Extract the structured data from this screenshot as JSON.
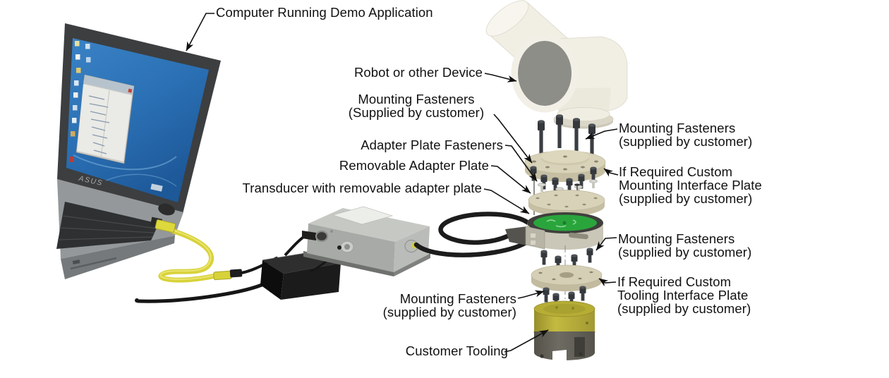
{
  "labels": {
    "computer": {
      "text": "Computer Running Demo Application"
    },
    "robot": {
      "text": "Robot or other Device"
    },
    "mounting_fasteners_top_left": {
      "line1": "Mounting Fasteners",
      "line2": "(Supplied by customer)"
    },
    "adapter_plate_fasteners": {
      "text": "Adapter Plate Fasteners"
    },
    "removable_adapter_plate": {
      "text": "Removable Adapter Plate"
    },
    "transducer": {
      "text": "Transducer with removable adapter plate"
    },
    "mounting_fasteners_right_upper": {
      "line1": "Mounting Fasteners",
      "line2": "(supplied by customer)"
    },
    "custom_mounting_plate": {
      "line1": "If Required Custom",
      "line2": "Mounting Interface Plate",
      "line3": "(supplied by customer)"
    },
    "mounting_fasteners_right_lower": {
      "line1": "Mounting Fasteners",
      "line2": "(supplied by customer)"
    },
    "custom_tooling_plate": {
      "line1": "If Required Custom",
      "line2": "Tooling Interface Plate",
      "line3": "(supplied by customer)"
    },
    "mounting_fasteners_bottom_left": {
      "line1": "Mounting Fasteners",
      "line2": "(supplied by customer)"
    },
    "customer_tooling": {
      "text": "Customer Tooling"
    }
  },
  "laptop": {
    "brand": "ASUS"
  },
  "colors": {
    "ethernet_cable": "#d8d23a",
    "pcb_green": "#2aa53c",
    "tooling_yellow": "#b3aa33",
    "screen_blue": "#2a72b8",
    "label_text": "#111111"
  }
}
